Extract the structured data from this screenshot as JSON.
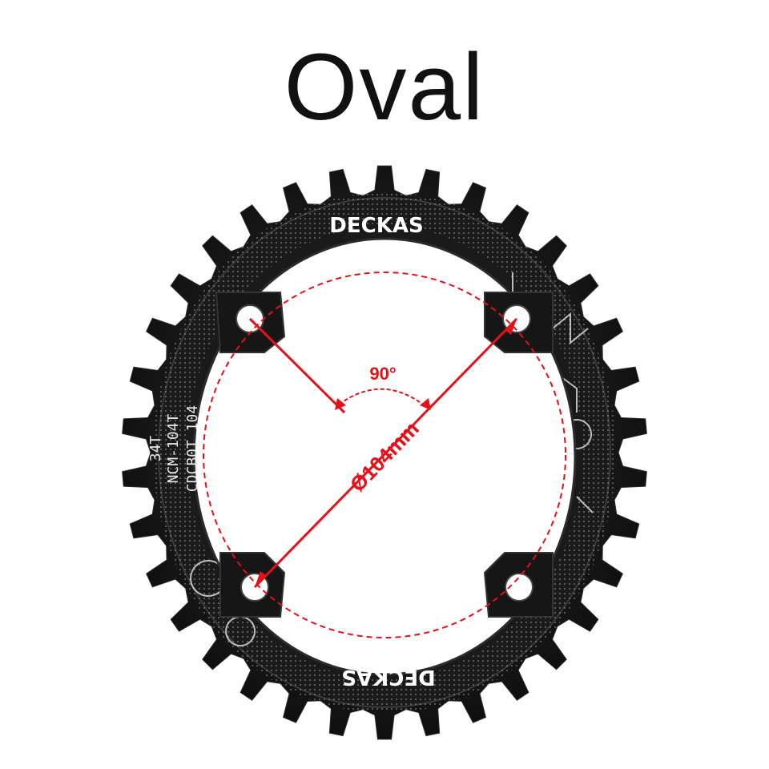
{
  "title": "Oval",
  "chainring": {
    "brand_top": "DECKAS",
    "brand_bottom": "DECKAS",
    "model_line1": "CDCB0T 104",
    "model_line2": "NCM-104T",
    "model_line3": "34T",
    "tooth_count": 34,
    "bolt_count": 4,
    "ring_color": "#141414",
    "pattern_color": "#bfbfbf"
  },
  "annotations": {
    "angle_label": "90°",
    "bcd_label": "Ø104mm",
    "accent_color": "#e3111a"
  }
}
